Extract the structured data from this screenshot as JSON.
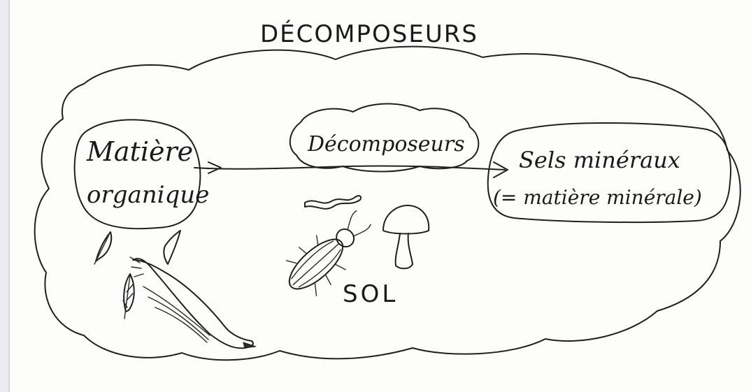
{
  "title": "DÉCOMPOSEURS",
  "nodes": {
    "source_line1": "Matière",
    "source_line2": "organique",
    "agent": "Décomposeurs",
    "product_line1": "Sels minéraux",
    "product_line2": "(= matière minérale)"
  },
  "ground_label": "SOL",
  "icons": [
    "feather-icon",
    "bird-icon",
    "worm-icon",
    "beetle-icon",
    "mushroom-icon"
  ],
  "colors": {
    "ink": "#1f1f1f",
    "paper": "#fdfdfc"
  }
}
